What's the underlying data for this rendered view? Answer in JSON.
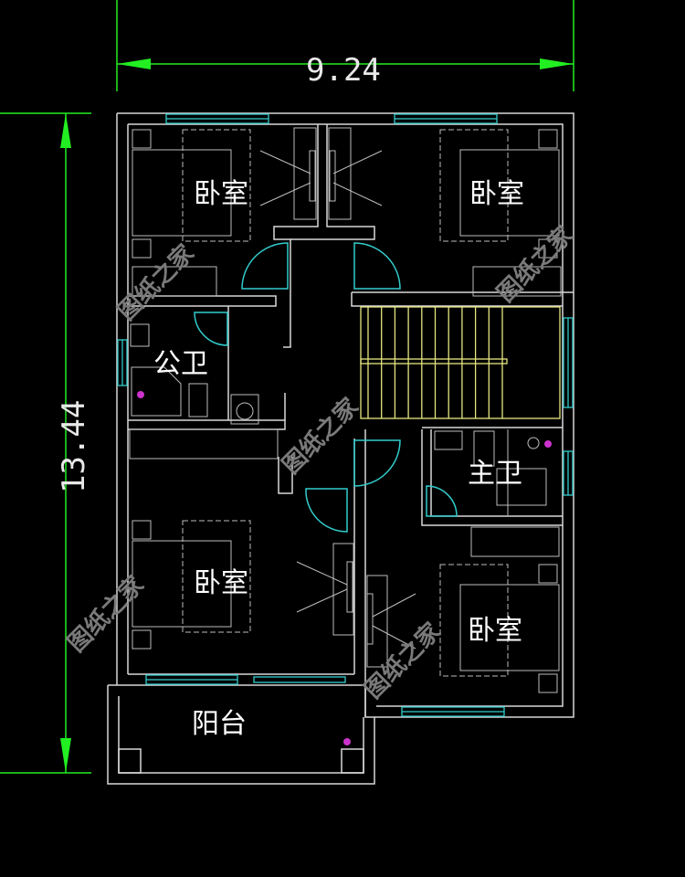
{
  "dimensions": {
    "width_label": "9.24",
    "height_label": "13.44"
  },
  "rooms": {
    "bedroom_top_left": "卧室",
    "bedroom_top_right": "卧室",
    "bedroom_bottom_left": "卧室",
    "bedroom_bottom_right": "卧室",
    "public_bathroom": "公卫",
    "master_bathroom": "主卫",
    "balcony": "阳台"
  },
  "watermark": "图纸之家",
  "colors": {
    "background": "#000000",
    "walls": "#d8d8d8",
    "windows_doors": "#33cccc",
    "stairs": "#e6e680",
    "dimension_lines": "#22ee22",
    "fixture_marker": "#cc33cc"
  }
}
